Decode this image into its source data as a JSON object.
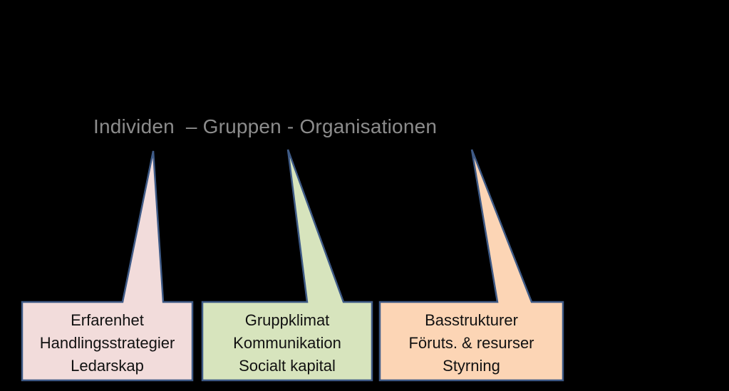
{
  "heading": "Individen  – Gruppen - Organisationen",
  "colors": {
    "background": "#000000",
    "heading_text": "#8c8c8c",
    "border": "#3e5a86",
    "individen_fill": "#f2dcdb",
    "gruppen_fill": "#d7e4bd",
    "organisationen_fill": "#fcd5b5"
  },
  "callouts": [
    {
      "lines": [
        "Erfarenhet",
        "Handlingsstrategier",
        "Ledarskap"
      ]
    },
    {
      "lines": [
        "Gruppklimat",
        "Kommunikation",
        "Socialt kapital"
      ]
    },
    {
      "lines": [
        "Basstrukturer",
        "Föruts. & resurser",
        "Styrning"
      ]
    }
  ]
}
